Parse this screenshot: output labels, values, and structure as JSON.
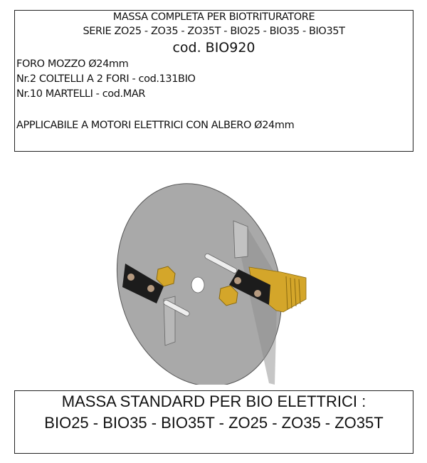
{
  "header": {
    "title": "MASSA COMPLETA PER BIOTRITURATORE",
    "series": "SERIE ZO25 - ZO35 - ZO35T - BIO25 - BIO35 - BIO35T",
    "code": "cod. BIO920",
    "specs": [
      "FORO MOZZO Ø24mm",
      "Nr.2 COLTELLI A 2 FORI - cod.131BIO",
      "Nr.10 MARTELLI - cod.MAR"
    ],
    "applicability": "APPLICABILE A MOTORI ELETTRICI CON ALBERO Ø24mm"
  },
  "footer": {
    "line1": "MASSA STANDARD PER BIO ELETTRICI :",
    "line2": "BIO25 - BIO35 - BIO35T - ZO25 - ZO35 - ZO35T"
  },
  "colors": {
    "disc": "#a9a9a9",
    "brass": "#d4a62a",
    "blade": "#1c1c1c"
  }
}
